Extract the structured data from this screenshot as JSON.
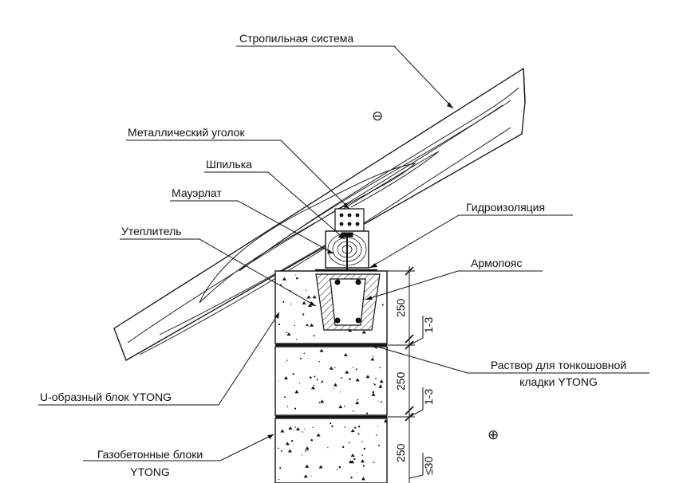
{
  "labels": {
    "rafter_system": "Стропильная система",
    "metal_angle": "Металлический уголок",
    "stud": "Шпилька",
    "mauerlat": "Мауэрлат",
    "waterproofing": "Гидроизоляция",
    "insulation": "Утеплитель",
    "ring_beam": "Армопояс",
    "mortar_line1": "Раствор для тонкошовной",
    "mortar_line2": "кладки YTONG",
    "u_block": "U-образный блок YTONG",
    "aac_line1": "Газобетонные блоки",
    "aac_line2": "YTONG"
  },
  "dimensions": {
    "block_1": "250",
    "joint_1": "1-3",
    "block_2": "250",
    "joint_2": "1-3",
    "block_3": "250",
    "gap": "≤30"
  },
  "signs": {
    "outside": "⊖",
    "inside": "⊕"
  },
  "colors": {
    "line": "#111111",
    "background": "#ffffff"
  }
}
